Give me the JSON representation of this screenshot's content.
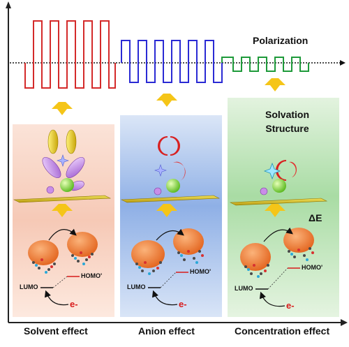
{
  "labels": {
    "polarization": "Polarization",
    "solvation_line1": "Solvation",
    "solvation_line2": "Structure",
    "delta_e": "ΔE",
    "lumo": "LUMO",
    "homo": "HOMO'",
    "electron": "e-"
  },
  "panels": [
    {
      "name": "Solvent effect",
      "color": "#d42a2a",
      "bg": "#f6c7b5"
    },
    {
      "name": "Anion effect",
      "color": "#2a2ad4",
      "bg": "#9ab5e8"
    },
    {
      "name": "Concentration effect",
      "color": "#1e9a3a",
      "bg": "#b9e3b4"
    }
  ],
  "colors": {
    "arrow": "#f5c518",
    "electrode": "#d8c21e",
    "orbital": "#f07a2a",
    "li_ion": "#7bd13c"
  }
}
